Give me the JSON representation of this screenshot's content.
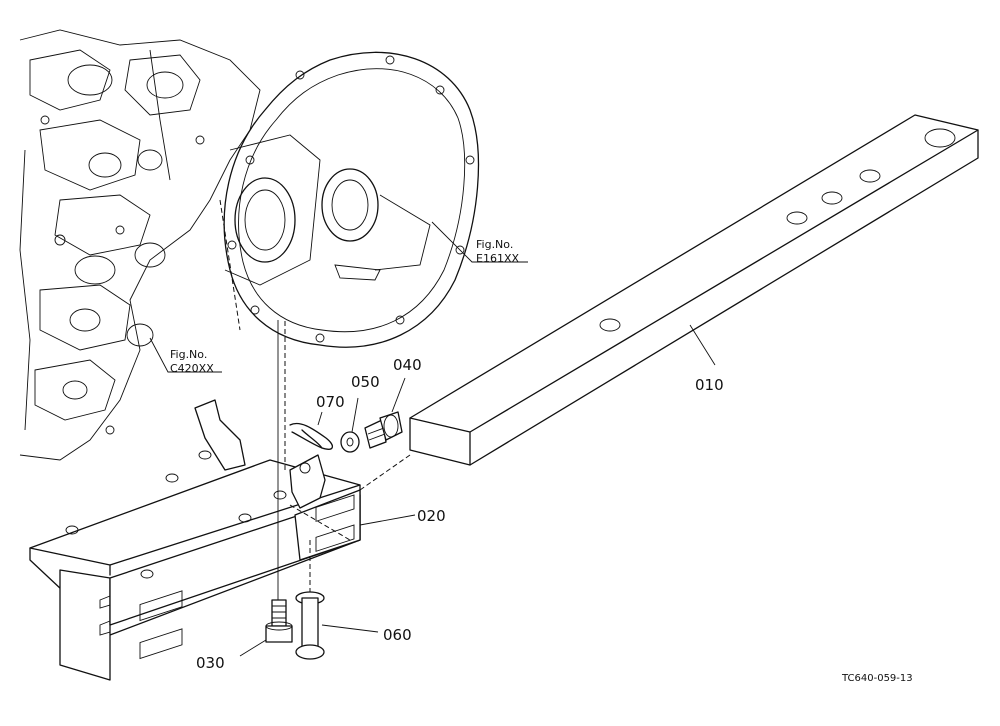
{
  "parts": {
    "p010": "010",
    "p020": "020",
    "p030": "030",
    "p040": "040",
    "p050": "050",
    "p060": "060",
    "p070": "070"
  },
  "refs": {
    "ref1_line1": "Fig.No.",
    "ref1_line2": "E161XX",
    "ref2_line1": "Fig.No.",
    "ref2_line2": "C420XX"
  },
  "drawing_code": "TC640-059-13"
}
